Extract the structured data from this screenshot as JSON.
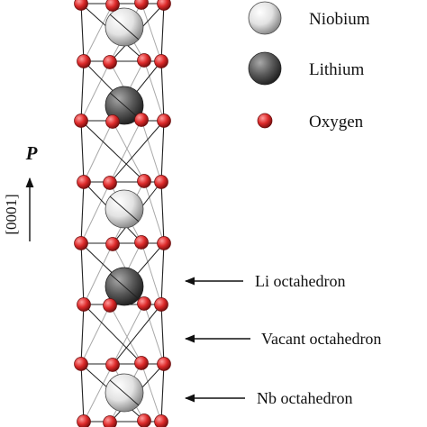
{
  "legend": [
    {
      "label": "Niobium",
      "kind": "niobium"
    },
    {
      "label": "Lithium",
      "kind": "lithium"
    },
    {
      "label": "Oxygen",
      "kind": "oxygen"
    }
  ],
  "polarization": {
    "symbol": "P",
    "direction": "[0001]"
  },
  "annotations": [
    {
      "label": "Li octahedron"
    },
    {
      "label": "Vacant octahedron"
    },
    {
      "label": "Nb octahedron"
    }
  ],
  "colors": {
    "niobium": "#e6e6e6",
    "lithium": "#5c5c5c",
    "oxygen": "#d8262a",
    "bond_dark": "#202020",
    "bond_light": "#a8a8a8"
  }
}
